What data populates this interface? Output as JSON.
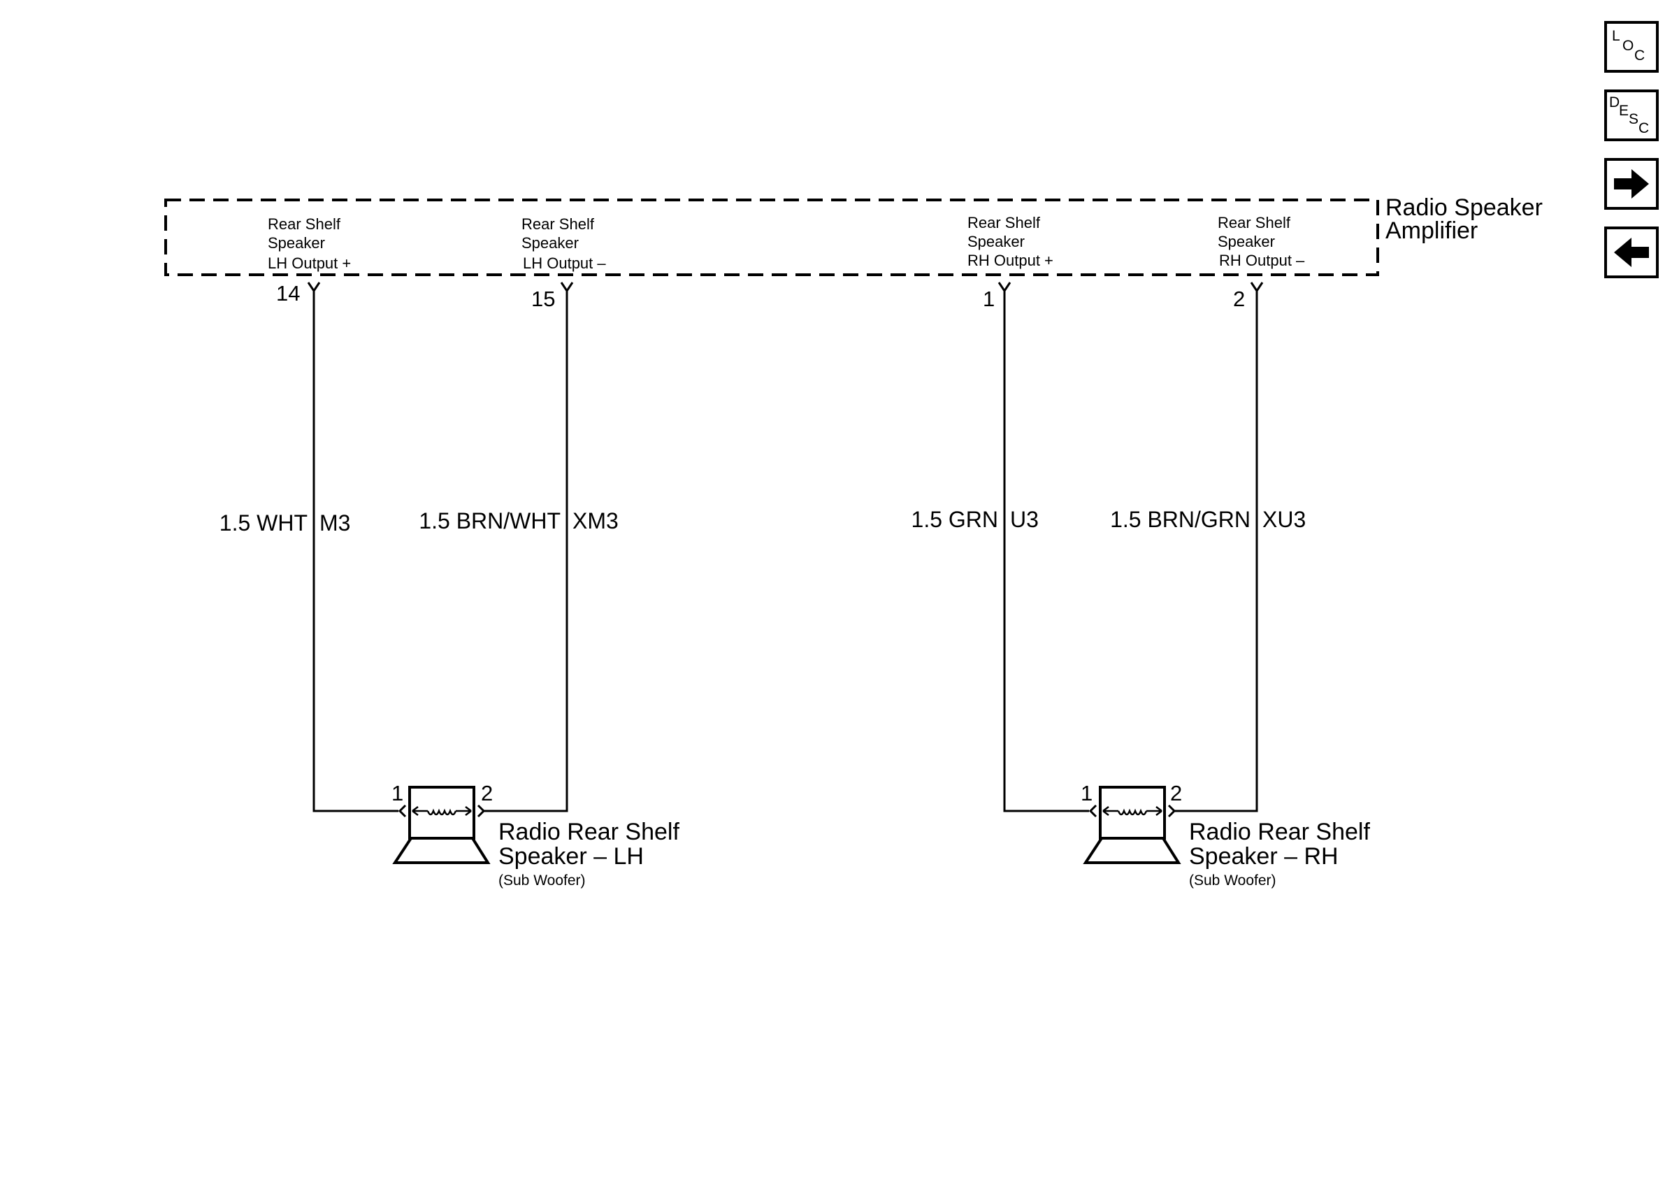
{
  "amplifier": {
    "name_line1": "Radio Speaker",
    "name_line2": "Amplifier",
    "terminals": [
      {
        "pin": "14",
        "desc": [
          "Rear Shelf",
          "Speaker",
          "LH Output +"
        ]
      },
      {
        "pin": "15",
        "desc": [
          "Rear Shelf",
          "Speaker",
          "LH Output –"
        ]
      },
      {
        "pin": "1",
        "desc": [
          "Rear Shelf",
          "Speaker",
          "RH Output +"
        ]
      },
      {
        "pin": "2",
        "desc": [
          "Rear Shelf",
          "Speaker",
          "RH Output –"
        ]
      }
    ]
  },
  "wires": [
    {
      "gauge_color": "1.5 WHT",
      "circuit": "M3"
    },
    {
      "gauge_color": "1.5 BRN/WHT",
      "circuit": "XM3"
    },
    {
      "gauge_color": "1.5 GRN",
      "circuit": "U3"
    },
    {
      "gauge_color": "1.5 BRN/GRN",
      "circuit": "XU3"
    }
  ],
  "speakers": [
    {
      "name_line1": "Radio Rear Shelf",
      "name_line2": "Speaker – LH",
      "note": "(Sub Woofer)",
      "pin_left": "1",
      "pin_right": "2"
    },
    {
      "name_line1": "Radio Rear Shelf",
      "name_line2": "Speaker – RH",
      "note": "(Sub Woofer)",
      "pin_left": "1",
      "pin_right": "2"
    }
  ],
  "nav_buttons": {
    "loc": [
      "L",
      "O",
      "C"
    ],
    "desc": [
      "D",
      "E",
      "S",
      "C"
    ],
    "forward_icon": "arrow-right-icon",
    "back_icon": "arrow-left-icon"
  },
  "colors": {
    "line": "#000000",
    "background": "#ffffff"
  }
}
